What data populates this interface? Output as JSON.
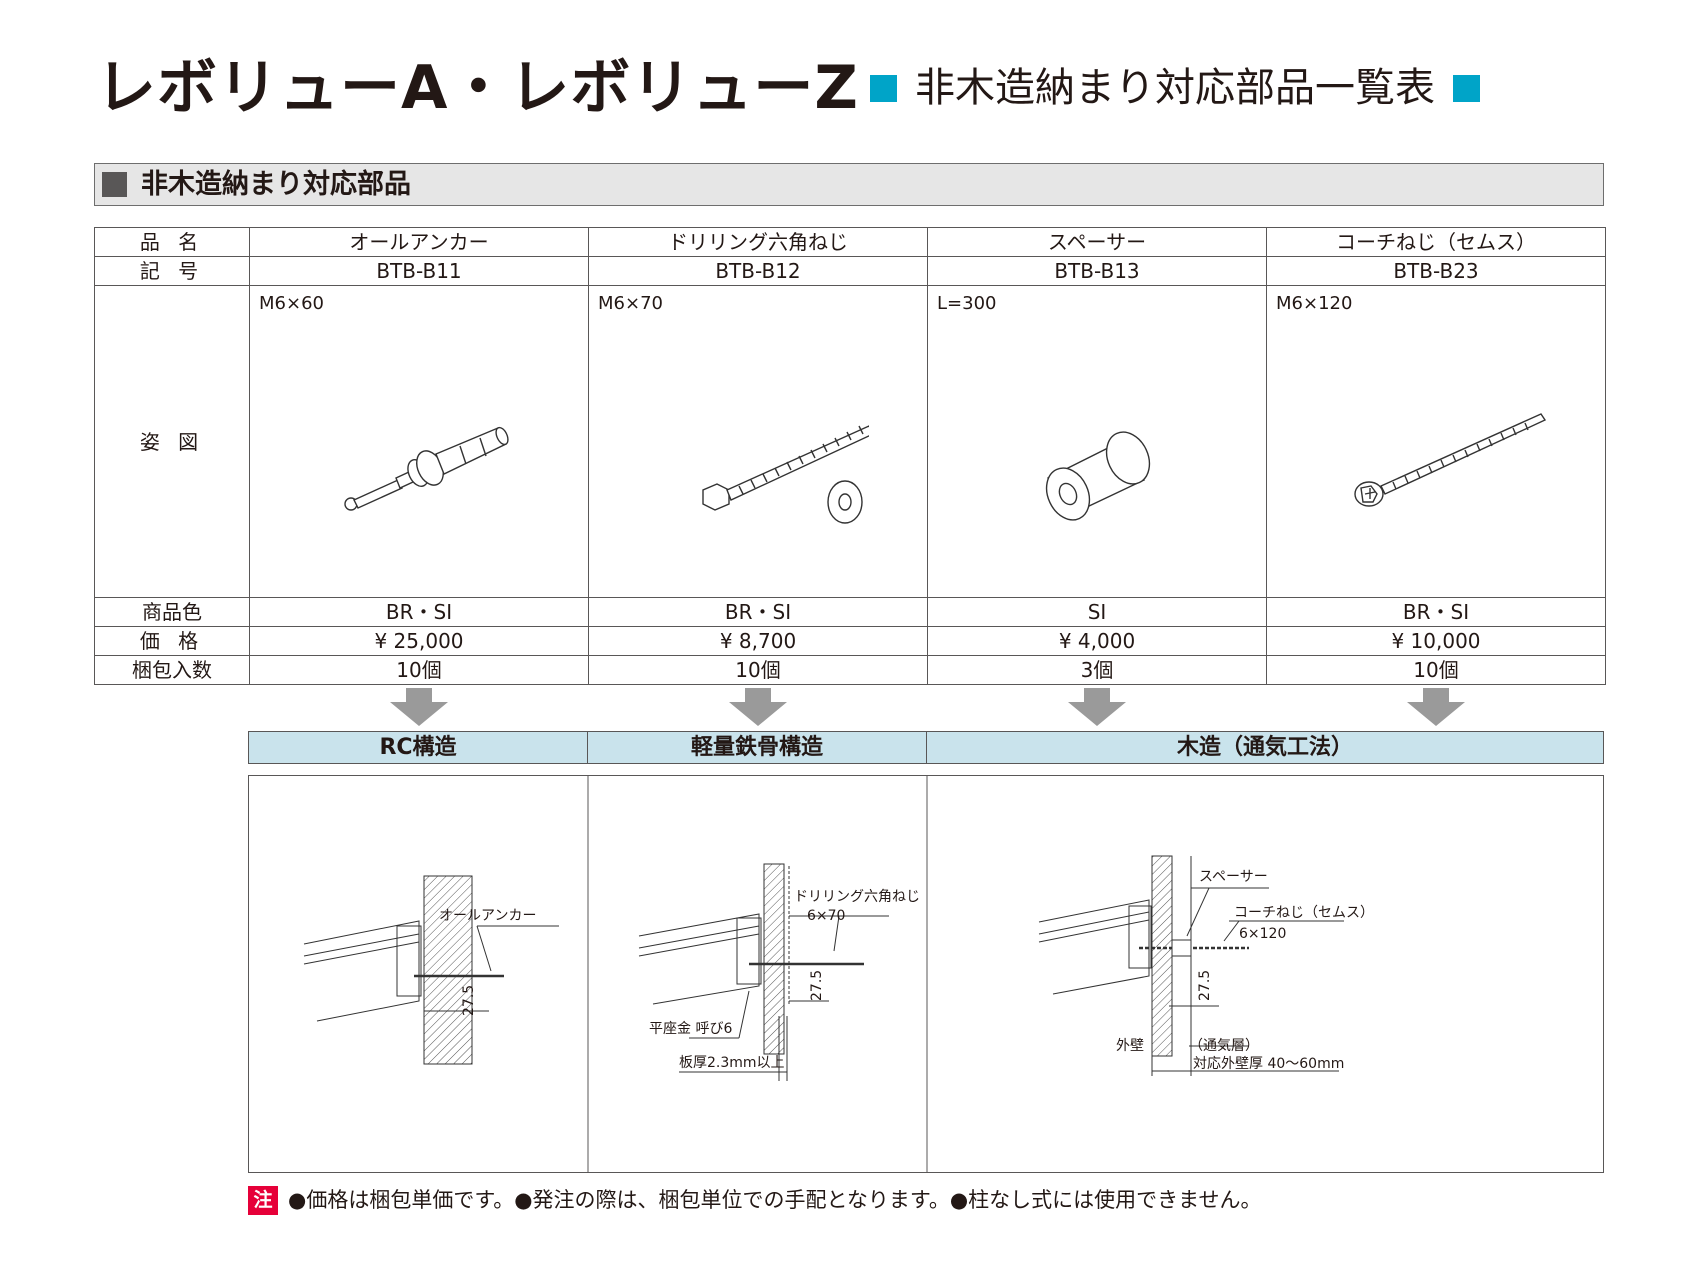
{
  "header": {
    "title": "レボリューA・レボリューZ",
    "subtitle": "非木造納まり対応部品一覧表",
    "accent_color": "#00a4c8"
  },
  "section": {
    "title": "非木造納まり対応部品"
  },
  "table": {
    "row_headers": {
      "name": "品 名",
      "code": "記 号",
      "figure": "姿 図",
      "color": "商品色",
      "price": "価 格",
      "pack": "梱包入数"
    },
    "parts": [
      {
        "name": "オールアンカー",
        "code": "BTB-B11",
        "spec": "M6×60",
        "color": "BR・SI",
        "price": "¥ 25,000",
        "pack": "10個",
        "icon": "anchor-bolt-icon"
      },
      {
        "name": "ドリリング六角ねじ",
        "code": "BTB-B12",
        "spec": "M6×70",
        "color": "BR・SI",
        "price": "¥ 8,700",
        "pack": "10個",
        "icon": "hex-drill-screw-icon"
      },
      {
        "name": "スペーサー",
        "code": "BTB-B13",
        "spec": "L=300",
        "color": "SI",
        "price": "¥ 4,000",
        "pack": "3個",
        "icon": "spacer-tube-icon"
      },
      {
        "name": "コーチねじ（セムス）",
        "code": "BTB-B23",
        "spec": "M6×120",
        "color": "BR・SI",
        "price": "¥ 10,000",
        "pack": "10個",
        "icon": "coach-screw-icon"
      }
    ]
  },
  "structures": [
    {
      "label": "RC構造"
    },
    {
      "label": "軽量鉄骨構造"
    },
    {
      "label": "木造（通気工法）"
    }
  ],
  "diagrams": {
    "rc": {
      "anchor_label": "オールアンカー",
      "dim": "27.5"
    },
    "steel": {
      "screw_label": "ドリリング六角ねじ",
      "screw_size": "6×70",
      "dim": "27.5",
      "washer_label": "平座金 呼び6",
      "plate_label": "板厚2.3mm以上"
    },
    "wood": {
      "spacer_label": "スペーサー",
      "screw_label": "コーチねじ（セムス）",
      "screw_size": "6×120",
      "dim": "27.5",
      "wall_label": "外壁",
      "vent_label": "（通気層）",
      "thickness_label": "対応外壁厚 40〜60mm"
    }
  },
  "note": {
    "badge": "注",
    "text": "●価格は梱包単価です。●発注の際は、梱包単位での手配となります。●柱なし式には使用できません。",
    "badge_color": "#e60039"
  }
}
